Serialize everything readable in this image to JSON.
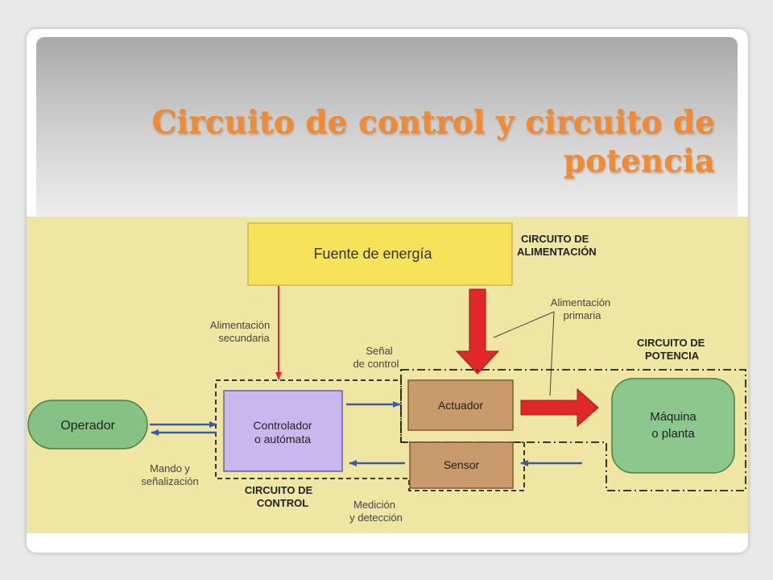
{
  "slide": {
    "title": "Circuito de control y circuito de potencia"
  },
  "diagram": {
    "nodes": {
      "fuente": "Fuente de energía",
      "operador": "Operador",
      "controlador_line1": "Controlador",
      "controlador_line2": "o autómata",
      "actuador": "Actuador",
      "sensor": "Sensor",
      "maquina_line1": "Máquina",
      "maquina_line2": "o planta"
    },
    "regions": {
      "alimentacion_line1": "CIRCUITO DE",
      "alimentacion_line2": "ALIMENTACIÓN",
      "potencia_line1": "CIRCUITO DE",
      "potencia_line2": "POTENCIA",
      "control_line1": "CIRCUITO DE",
      "control_line2": "CONTROL"
    },
    "labels": {
      "alim_secundaria_line1": "Alimentación",
      "alim_secundaria_line2": "secundaria",
      "alim_primaria_line1": "Alimentación",
      "alim_primaria_line2": "primaria",
      "senal_line1": "Señal",
      "senal_line2": "de control",
      "mando_line1": "Mando y",
      "mando_line2": "señalización",
      "medicion_line1": "Medición",
      "medicion_line2": "y detección"
    },
    "colors": {
      "background": "#efe6a4",
      "fuente": "#f7e35a",
      "operador": "#86c286",
      "controlador": "#c9b7ef",
      "actuador": "#c99a6c",
      "sensor": "#c99a6c",
      "maquina": "#8cc88e",
      "power_arrow": "#e0282a",
      "signal_arrow": "#3a5ca8",
      "title": "#f08a35"
    }
  }
}
